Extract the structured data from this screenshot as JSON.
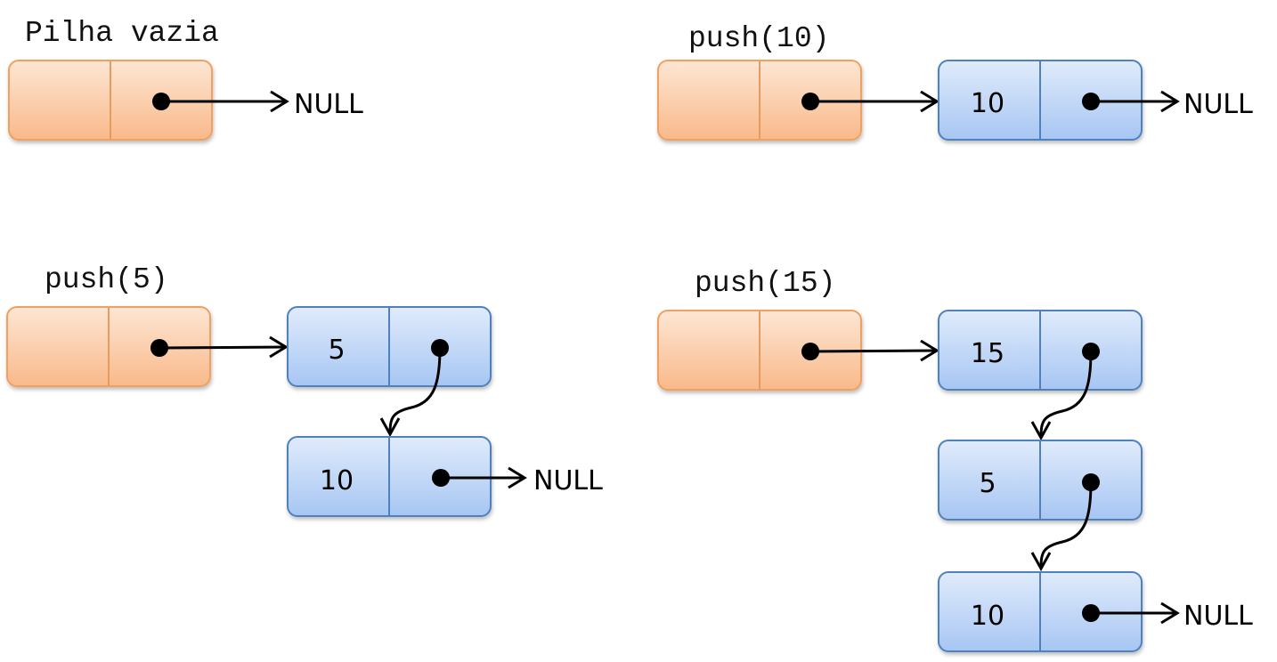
{
  "panels": [
    {
      "title": "Pilha vazia",
      "head_null": "NULL",
      "nodes": []
    },
    {
      "title": "push(10)",
      "nodes": [
        {
          "value": "10",
          "next": "NULL"
        }
      ]
    },
    {
      "title": "push(5)",
      "nodes": [
        {
          "value": "5"
        },
        {
          "value": "10",
          "next": "NULL"
        }
      ]
    },
    {
      "title": "push(15)",
      "nodes": [
        {
          "value": "15"
        },
        {
          "value": "5"
        },
        {
          "value": "10",
          "next": "NULL"
        }
      ]
    }
  ],
  "colors": {
    "head_fill_top": "#fde4d0",
    "head_fill_bottom": "#f9b98a",
    "head_stroke": "#f0a060",
    "node_fill_top": "#dde9fb",
    "node_fill_bottom": "#a9c8f4",
    "node_stroke": "#4f81bd",
    "arrow": "#000000"
  }
}
